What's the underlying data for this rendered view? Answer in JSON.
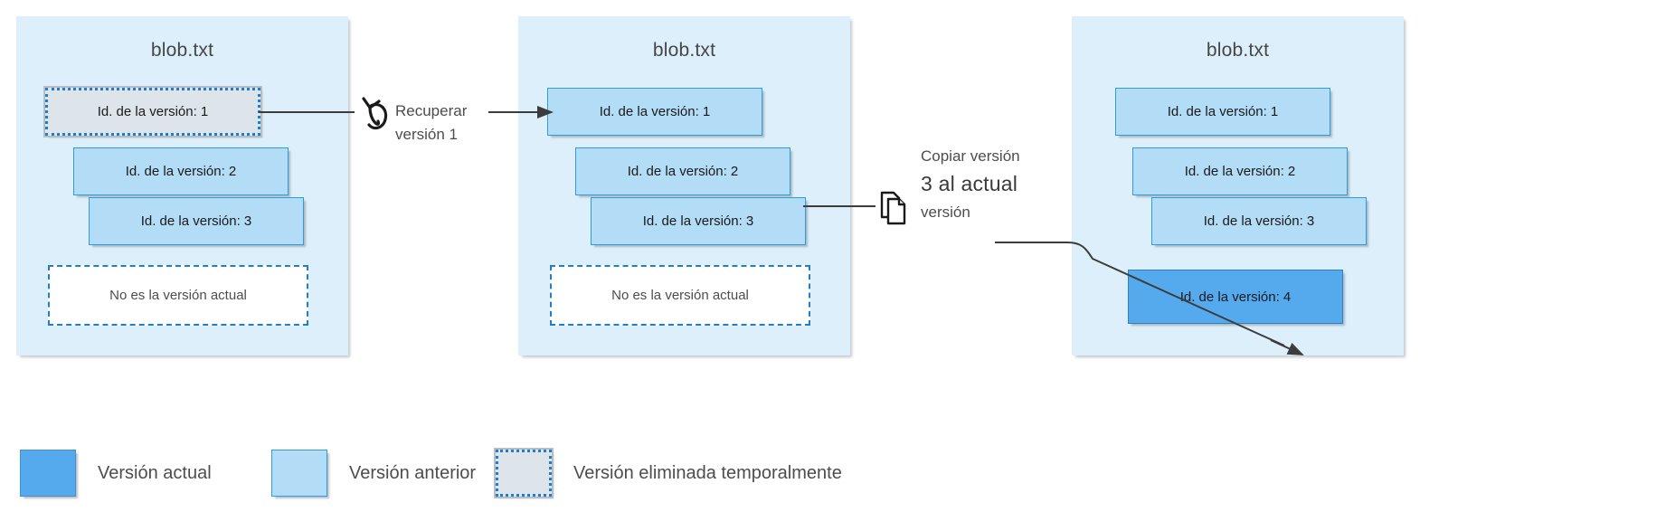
{
  "diagram": {
    "title": "Blob versioning: recover and copy version",
    "panels": [
      {
        "id": "panel-1",
        "file_name": "blob.txt",
        "versions": [
          {
            "label": "Id. de la versión: 1",
            "state": "deleted"
          },
          {
            "label": "Id. de la versión: 2",
            "state": "previous"
          },
          {
            "label": "Id. de la versión: 3",
            "state": "previous"
          }
        ],
        "note": "No es la versión actual"
      },
      {
        "id": "panel-2",
        "file_name": "blob.txt",
        "versions": [
          {
            "label": "Id. de la versión: 1",
            "state": "previous"
          },
          {
            "label": "Id. de la versión: 2",
            "state": "previous"
          },
          {
            "label": "Id. de la versión: 3",
            "state": "previous"
          }
        ],
        "note": "No es la versión actual"
      },
      {
        "id": "panel-3",
        "file_name": "blob.txt",
        "versions": [
          {
            "label": "Id. de la versión: 1",
            "state": "previous"
          },
          {
            "label": "Id. de la versión: 2",
            "state": "previous"
          },
          {
            "label": "Id. de la versión: 3",
            "state": "previous"
          },
          {
            "label": "Id. de la versión: 4",
            "state": "current"
          }
        ],
        "note": ""
      }
    ],
    "annotations": [
      {
        "id": "recover",
        "icon": "undo-icon",
        "line1": "Recuperar",
        "line2": "versión 1"
      },
      {
        "id": "copy",
        "icon": "copy-pages-icon",
        "line1": "Copiar versión",
        "line2": "3 al actual",
        "line3": "versión"
      }
    ]
  },
  "legend": {
    "items": [
      {
        "swatch": "cur",
        "label": "Versión actual"
      },
      {
        "swatch": "prev",
        "label": "Versión anterior"
      },
      {
        "swatch": "del",
        "label": "Versión eliminada temporalmente"
      }
    ]
  },
  "colors": {
    "panel_bg": "#ddeffa",
    "version_previous": "#b3dcf7",
    "version_current": "#55aaee",
    "version_deleted": "#dde5ea",
    "border_blue": "#2f9be0",
    "dashed_blue": "#1f7fc9",
    "connector": "#3c3c3c"
  }
}
